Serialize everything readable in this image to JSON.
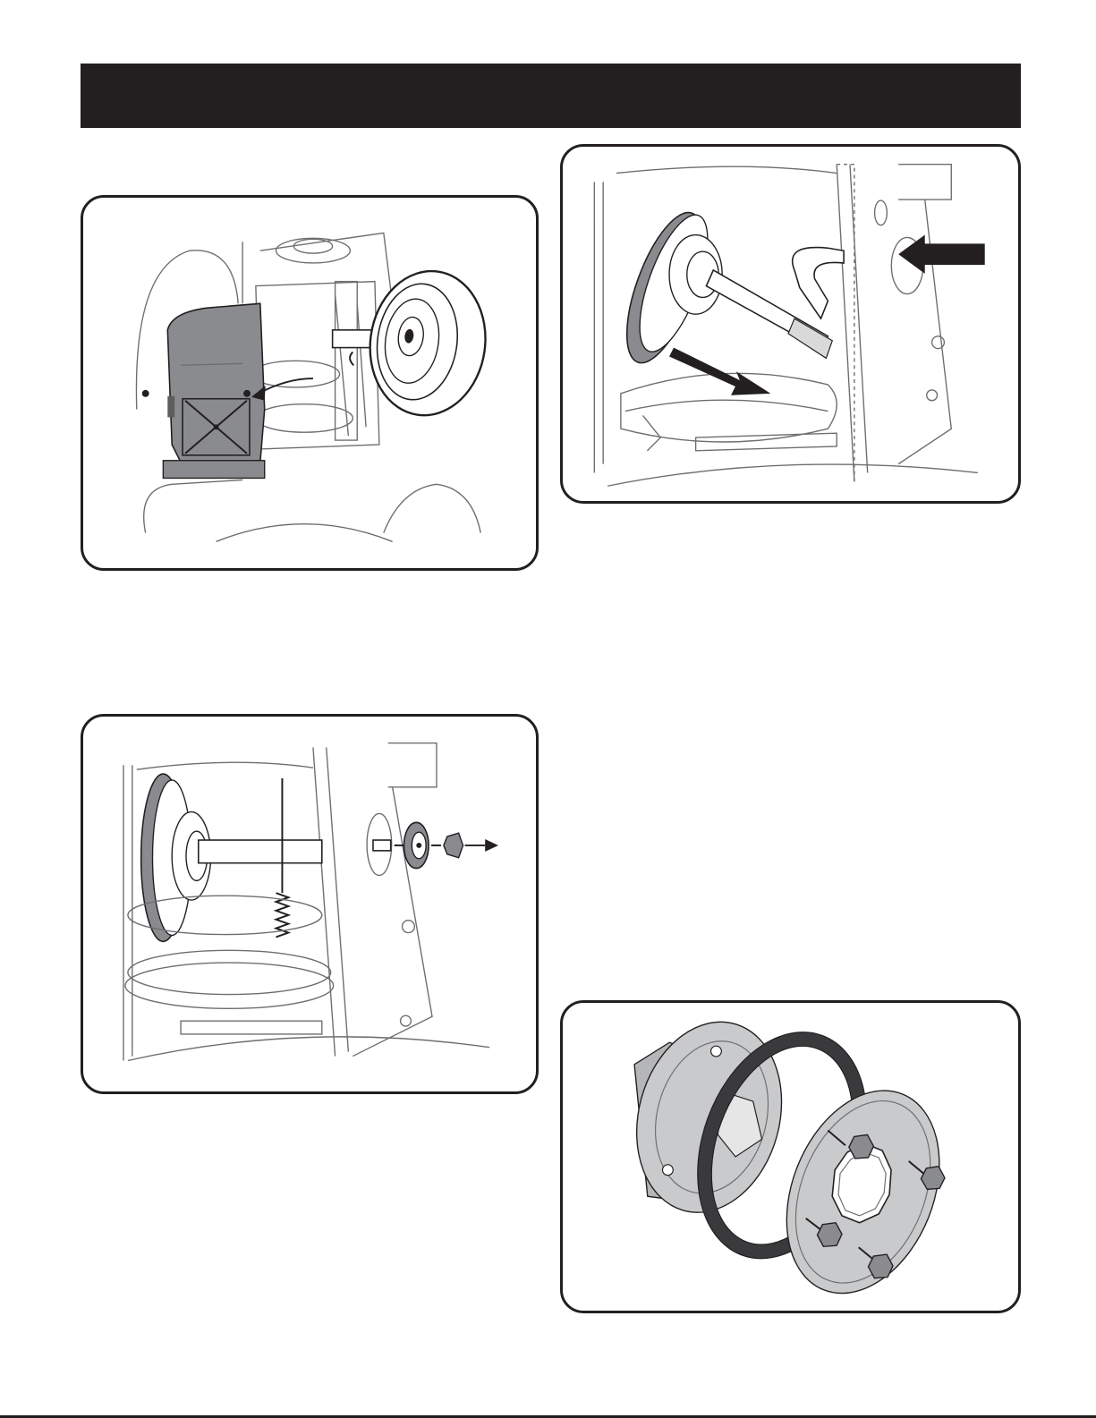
{
  "header": {
    "color": "#231f20"
  },
  "figures": [
    {
      "subject": "belt-cover-and-wheel-removal",
      "icon": "arrow-icon"
    },
    {
      "subject": "impeller-shaft-removal",
      "icon": "arrow-icon"
    },
    {
      "subject": "bearing-and-hex-nut-removal",
      "icon": "arrow-icon"
    },
    {
      "subject": "friction-wheel-exploded-view",
      "icon": "hex-bolt-icon"
    }
  ],
  "colors": {
    "frame": "#231f20",
    "line": "#6d6e71",
    "part_fill": "#8a8b8e",
    "light_fill": "#d9d9da"
  }
}
